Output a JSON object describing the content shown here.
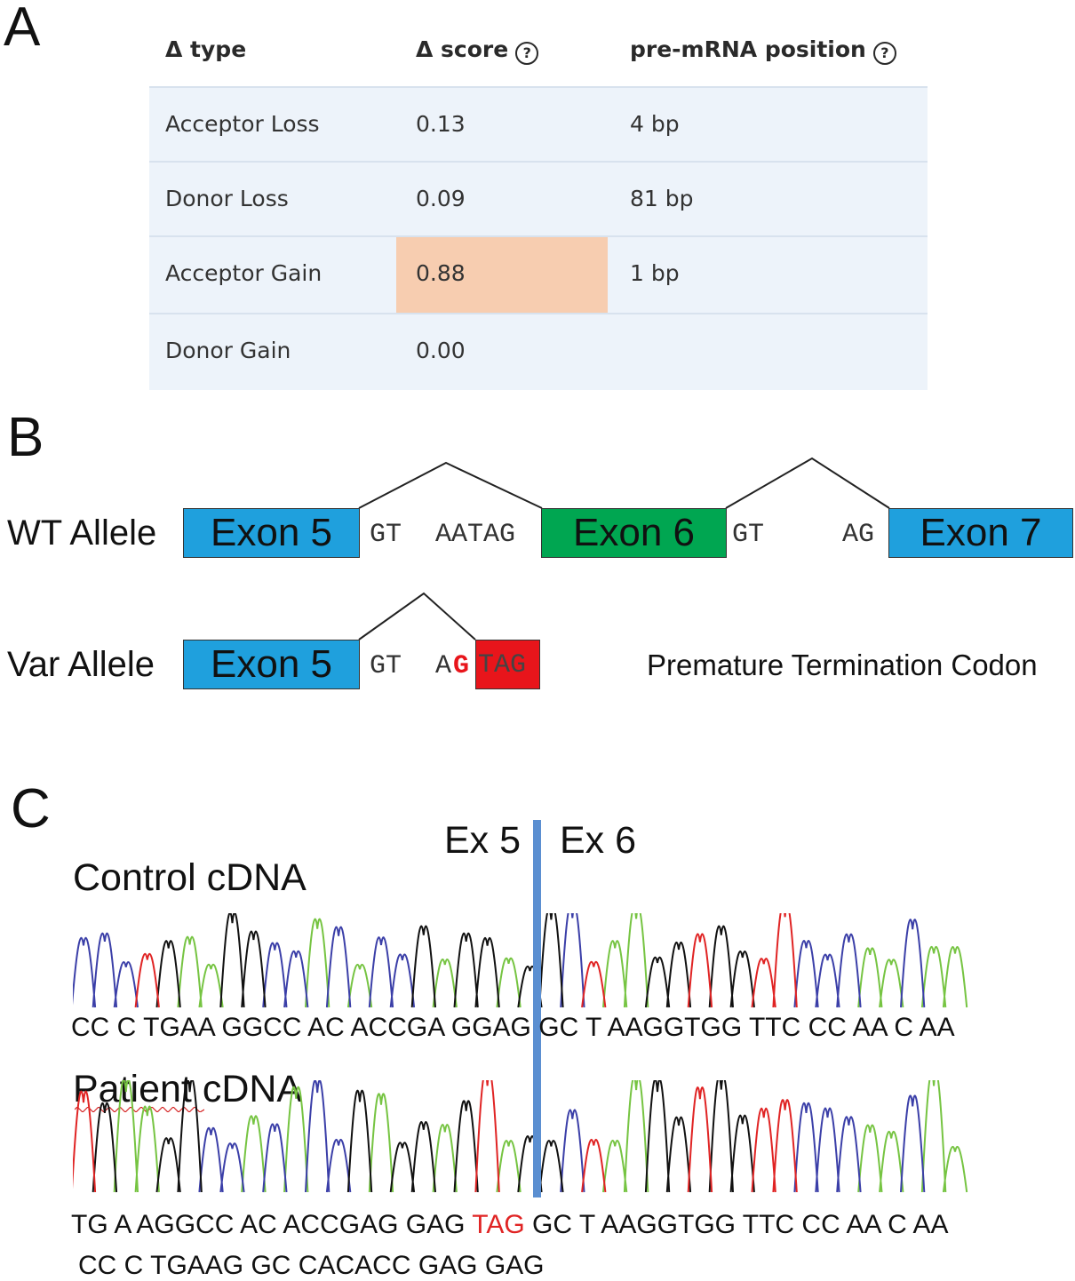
{
  "panels": {
    "a": "A",
    "b": "B",
    "c": "C"
  },
  "table": {
    "headers": [
      {
        "label": "Δ type",
        "help": false
      },
      {
        "label": "Δ score",
        "help": true
      },
      {
        "label": "pre-mRNA position",
        "help": true
      }
    ],
    "help_icon": "question-circle-icon",
    "rows": [
      {
        "type": "Acceptor Loss",
        "score": "0.13",
        "position": "4 bp",
        "highlight": false
      },
      {
        "type": "Donor Loss",
        "score": "0.09",
        "position": "81 bp",
        "highlight": false
      },
      {
        "type": "Acceptor Gain",
        "score": "0.88",
        "position": "1 bp",
        "highlight": true
      },
      {
        "type": "Donor Gain",
        "score": "0.00",
        "position": "",
        "highlight": false
      }
    ],
    "highlight_color": "#f7cdb0",
    "row_background": "#edf3fa"
  },
  "diagram": {
    "wt_label": "WT Allele",
    "var_label": "Var Allele",
    "wt": {
      "exon5": "Exon 5",
      "intron5_donor": "GT",
      "intron5_acceptor": "AATAG",
      "exon6": "Exon 6",
      "intron6_donor": "GT",
      "intron6_acceptor": "AG",
      "exon7": "Exon 7"
    },
    "var": {
      "exon5": "Exon 5",
      "donor": "GT",
      "acceptor_a": "A",
      "acceptor_g": "G",
      "stop_codon": "TAG",
      "ptc_label": "Premature Termination Codon"
    },
    "colors": {
      "exon_blue": "#1fa0dd",
      "exon_green": "#00a651",
      "stop_red": "#e8151b"
    }
  },
  "chromatogram": {
    "ex5_label": "Ex 5",
    "ex6_label": "Ex 6",
    "control_title": "Control cDNA",
    "control_seq": "CC C TGAA GGCC AC ACCGA GGAG GC T AAGGTGG TTC CC AA C AA",
    "patient_title": "Patient cDNA",
    "patient_seq_before": "TG A AGGCC AC ACCGAG GAG",
    "patient_seq_stop": "TAG",
    "patient_seq_after": "GC T AAGGTGG TTC CC AA C AA",
    "patient_seq_line2": "CC C TGAAG GC CACACC GAG GAG",
    "base_colors": {
      "A": "#76c442",
      "C": "#3b3fa8",
      "G": "#111111",
      "T": "#e02424"
    },
    "divider_color": "#5b8fd1"
  }
}
